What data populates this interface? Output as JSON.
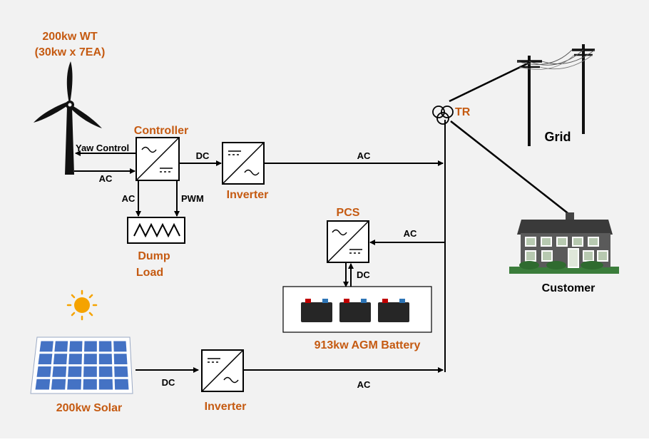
{
  "labels": {
    "wt_title": "200kw WT",
    "wt_subtitle": "(30kw x 7EA)",
    "controller": "Controller",
    "yaw_control": "Yaw Control",
    "ac_wt_to_controller": "AC",
    "dc_controller_to_inverter": "DC",
    "ac_controller_to_dump": "AC",
    "pwm": "PWM",
    "inverter_top": "Inverter",
    "ac_inverter_to_bus": "AC",
    "dump_load_line1": "Dump",
    "dump_load_line2": "Load",
    "pcs": "PCS",
    "ac_bus_to_pcs": "AC",
    "dc_pcs_battery": "DC",
    "battery": "913kw AGM Battery",
    "tr": "TR",
    "grid": "Grid",
    "customer": "Customer",
    "solar": "200kw Solar",
    "dc_solar_to_inverter": "DC",
    "inverter_bottom": "Inverter",
    "ac_inverter_bottom_to_bus": "AC"
  },
  "colors": {
    "label_accent": "#c55a11",
    "line": "#000000",
    "background": "#f2f2f2",
    "solar_cell": "#4472c4",
    "sun": "#f5a300",
    "battery_body": "#262626",
    "battery_pos": "#c00000",
    "battery_neg": "#2e75b6",
    "house_wall": "#5a5a5a",
    "house_roof": "#3a3a3a",
    "house_trim": "#ffffff",
    "grass": "#3b7d3b"
  },
  "icons": {
    "wind_turbine": "wind-turbine-icon",
    "sun": "sun-icon",
    "solar_panel": "solar-panel-icon",
    "battery": "battery-icon",
    "house": "house-icon",
    "utility_pole": "utility-pole-icon",
    "transformer": "transformer-icon"
  }
}
